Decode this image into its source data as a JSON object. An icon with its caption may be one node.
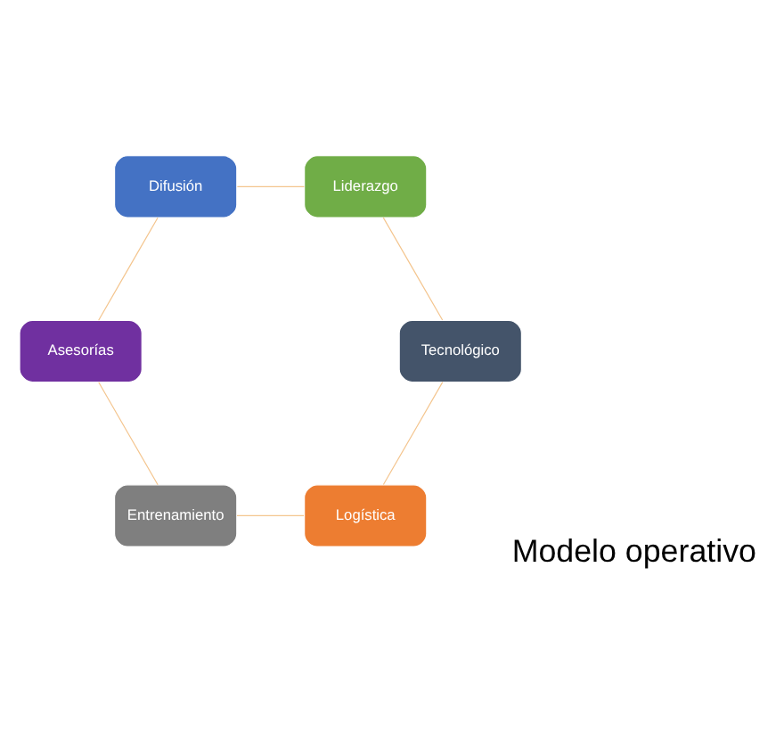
{
  "diagram": {
    "nodes": [
      {
        "text": [
          "Logística"
        ]
      },
      {
        "text": [
          "Entrenamiento"
        ]
      },
      {
        "text": [
          "Asesorías"
        ]
      },
      {
        "text": [
          "Difusión"
        ]
      },
      {
        "text": [
          "Liderazgo"
        ]
      },
      {
        "text": [
          "Tecnológico"
        ]
      }
    ],
    "edges": [
      {
        "from": 0,
        "to": 1,
        "arrow": "none"
      },
      {
        "from": 1,
        "to": 2,
        "arrow": "none"
      },
      {
        "from": 2,
        "to": 3,
        "arrow": "none"
      },
      {
        "from": 3,
        "to": 4,
        "arrow": "none"
      },
      {
        "from": 4,
        "to": 5,
        "arrow": "none"
      },
      {
        "from": 5,
        "to": 0,
        "arrow": "none"
      }
    ],
    "labels": [
      "Modelo operativo"
    ]
  }
}
